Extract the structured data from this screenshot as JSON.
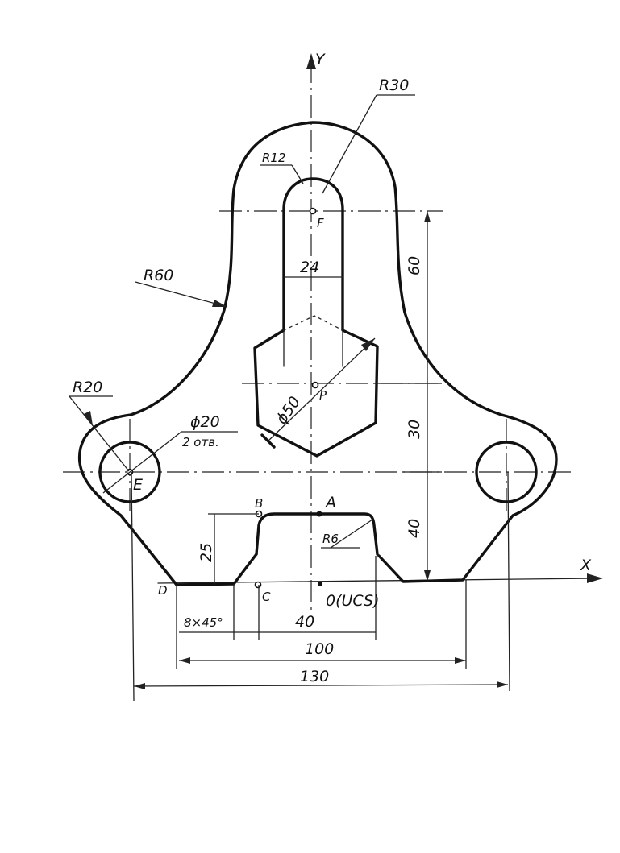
{
  "axes": {
    "y": "Y",
    "x": "X"
  },
  "points": {
    "F": "F",
    "P": "P",
    "E": "E",
    "A": "A",
    "B": "B",
    "C": "C",
    "D": "D",
    "origin": "0(UCS)"
  },
  "dimensions": {
    "r30": "R30",
    "r12": "R12",
    "r60": "R60",
    "r20": "R20",
    "w24": "24",
    "d50": "ϕ50",
    "d20": "ϕ20",
    "holes": "2 отв.",
    "r6": "R6",
    "h25": "25",
    "chamfer": "8×45°",
    "w40": "40",
    "w100": "100",
    "w130": "130",
    "v60": "60",
    "v30": "30",
    "v40": "40"
  }
}
